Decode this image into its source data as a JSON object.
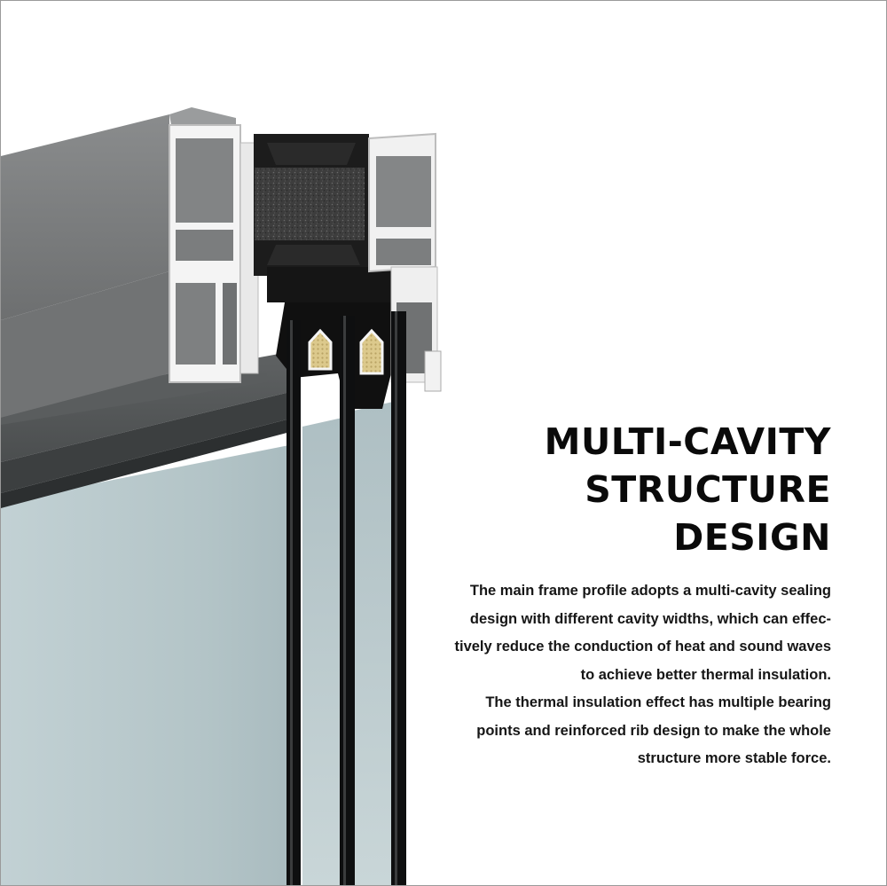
{
  "headline": {
    "line1": "MULTI-CAVITY",
    "line2": "STRUCTURE DESIGN"
  },
  "description": {
    "lines": [
      "The main frame profile adopts a multi-cavity sealing",
      "design with different cavity widths, which can effec-",
      "tively reduce the conduction of heat and sound waves",
      "to achieve better thermal insulation.",
      "The thermal insulation effect has multiple bearing",
      "points and reinforced rib design to make the whole",
      "structure more stable force."
    ]
  },
  "colors": {
    "background": "#ffffff",
    "aluminum_frame": "#77797a",
    "thermal_break": "#1c1c1c",
    "glass": "#b6c7ca",
    "foam_core": "#3a3a3a",
    "seal_insert": "#d9c586",
    "headline_text": "#0a0a0a"
  }
}
